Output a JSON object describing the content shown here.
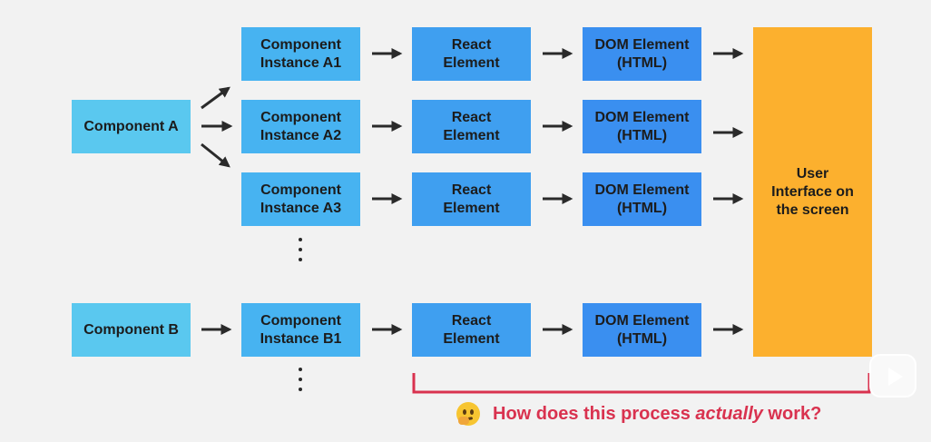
{
  "diagram": {
    "component_a": "Component A",
    "component_b": "Component B",
    "instances": [
      "Component\nInstance A1",
      "Component\nInstance A2",
      "Component\nInstance A3",
      "Component\nInstance B1"
    ],
    "react_element": "React\nElement",
    "dom_element": "DOM Element\n(HTML)",
    "ui_box": "User\nInterface on\nthe screen"
  },
  "question": {
    "prefix": "How does this process ",
    "emphasis": "actually",
    "suffix": " work?",
    "emoji": "thinking-face-icon"
  },
  "colors": {
    "component": "#5ac8ef",
    "instance": "#47b3f1",
    "react": "#3f9ff0",
    "dom": "#3a8ff0",
    "ui": "#fcb02e",
    "bracket": "#d9324f",
    "arrow": "#2a2a2a"
  }
}
